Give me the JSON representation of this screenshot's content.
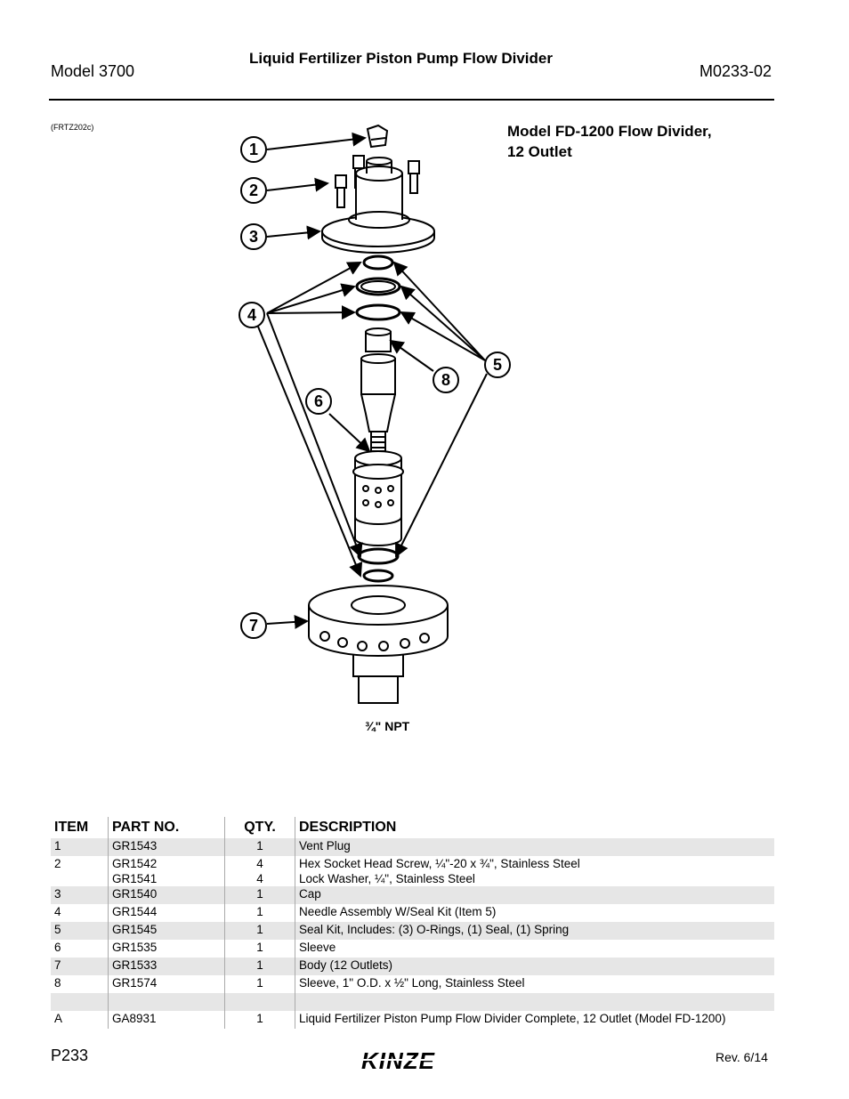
{
  "header": {
    "model": "Model 3700",
    "title": "Liquid Fertilizer Piston Pump Flow Divider",
    "doc_number": "M0233-02"
  },
  "figure": {
    "reference": "(FRTZ202c)",
    "title_line1": "Model FD-1200 Flow Divider,",
    "title_line2": "12 Outlet",
    "npt_label": "¾\" NPT",
    "callouts": [
      "1",
      "2",
      "3",
      "4",
      "5",
      "6",
      "7",
      "8"
    ]
  },
  "table": {
    "headers": {
      "item": "ITEM",
      "part": "PART NO.",
      "qty": "QTY.",
      "desc": "DESCRIPTION"
    },
    "rows": [
      {
        "item": "1",
        "part": "GR1543",
        "qty": "1",
        "desc": "Vent Plug"
      },
      {
        "item": "2",
        "part": "GR1542",
        "qty": "4",
        "desc": "Hex Socket Head Screw, ¼\"-20 x ¾\", Stainless Steel"
      },
      {
        "item": "",
        "part": "GR1541",
        "qty": "4",
        "desc": "Lock Washer, ¼\", Stainless Steel"
      },
      {
        "item": "3",
        "part": "GR1540",
        "qty": "1",
        "desc": "Cap"
      },
      {
        "item": "4",
        "part": "GR1544",
        "qty": "1",
        "desc": "Needle Assembly W/Seal Kit (Item 5)"
      },
      {
        "item": "5",
        "part": "GR1545",
        "qty": "1",
        "desc": "Seal Kit, Includes: (3) O-Rings, (1) Seal, (1) Spring"
      },
      {
        "item": "6",
        "part": "GR1535",
        "qty": "1",
        "desc": "Sleeve"
      },
      {
        "item": "7",
        "part": "GR1533",
        "qty": "1",
        "desc": "Body (12 Outlets)"
      },
      {
        "item": "8",
        "part": "GR1574",
        "qty": "1",
        "desc": "Sleeve, 1\" O.D. x ½\" Long, Stainless Steel"
      },
      {
        "item": "",
        "part": "",
        "qty": "",
        "desc": ""
      },
      {
        "item": "A",
        "part": "GA8931",
        "qty": "1",
        "desc": "Liquid Fertilizer Piston Pump Flow Divider Complete, 12 Outlet (Model FD-1200)"
      }
    ]
  },
  "footer": {
    "page": "P233",
    "logo_text": "KINZE",
    "revision": "Rev. 6/14"
  }
}
